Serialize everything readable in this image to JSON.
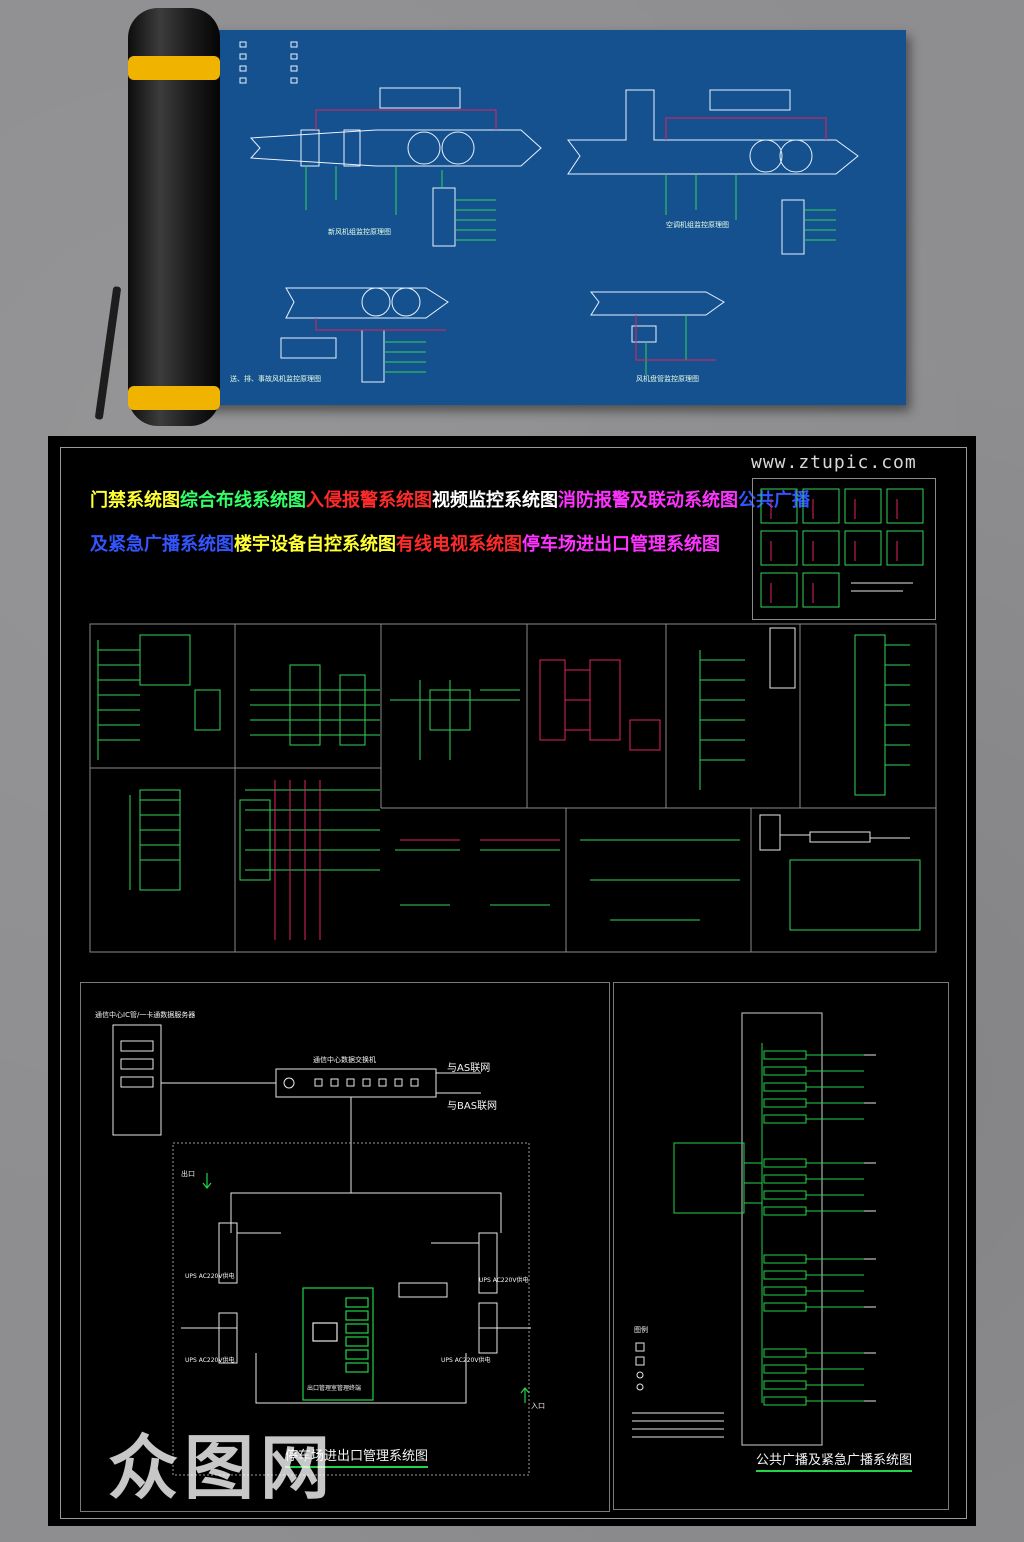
{
  "watermark_site": "www.ztupic.com",
  "watermark_brand": "众图网",
  "title_segments": [
    {
      "text": "门禁系统图",
      "color": "#ffff33"
    },
    {
      "text": "综合布线系统图",
      "color": "#33ff66"
    },
    {
      "text": "入侵报警系统图",
      "color": "#ff2a2a"
    },
    {
      "text": "视频监控系统图",
      "color": "#ffffff"
    },
    {
      "text": "消防报警及联动系统图",
      "color": "#ff33ff"
    },
    {
      "text": "公共广播",
      "color": "#3355ff"
    }
  ],
  "title_segments_line2": [
    {
      "text": "及紧急广播系统图",
      "color": "#3355ff"
    },
    {
      "text": "楼宇设备自控系统图",
      "color": "#ffff33"
    },
    {
      "text": "有线电视系统图",
      "color": "#ff2a2a"
    },
    {
      "text": "停车场进出口管理系统图",
      "color": "#ff33ff"
    }
  ],
  "parking": {
    "caption": "停车场进出口管理系统图",
    "server_label": "通信中心IC管/一卡通数据服务器",
    "switch_label": "通信中心数据交换机",
    "net1": "与AS联网",
    "net2": "与BAS联网",
    "entry": "出口",
    "exit": "入口",
    "mgmt_label": "出口管理室管理终端",
    "ups1": "UPS AC220V供电",
    "ups2": "UPS AC220V供电",
    "ups3": "UPS AC220V供电",
    "ups4": "UPS AC220V供电"
  },
  "broadcast": {
    "caption": "公共广播及紧急广播系统图",
    "legend_title": "图例"
  },
  "colors": {
    "blueprint": "#15508f",
    "line_green": "#22d34a",
    "line_red": "#e0245e",
    "line_white": "#e8e8e8"
  }
}
